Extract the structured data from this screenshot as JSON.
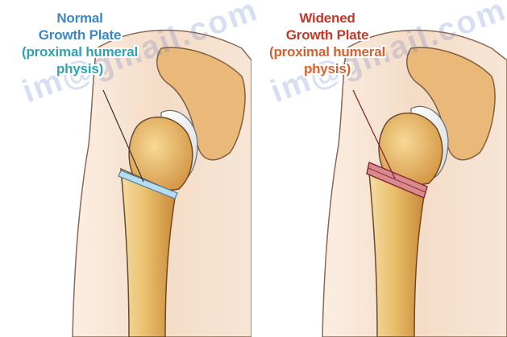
{
  "panels": [
    {
      "title_lines": [
        "Normal",
        "Growth Plate"
      ],
      "subtitle_lines": [
        "(proximal humeral",
        "physis)"
      ],
      "plate_color": "#b8dcef"
    },
    {
      "title_lines": [
        "Widened",
        "Growth Plate"
      ],
      "subtitle_lines": [
        "(proximal humeral",
        "physis)"
      ],
      "plate_color": "#d98a8f"
    }
  ],
  "watermark": "im@gmail.com",
  "colors": {
    "normal_label": "#3d88c4",
    "widened_label": "#c0392b",
    "bone": "#e8c178",
    "skin": "#f3d9c3"
  }
}
